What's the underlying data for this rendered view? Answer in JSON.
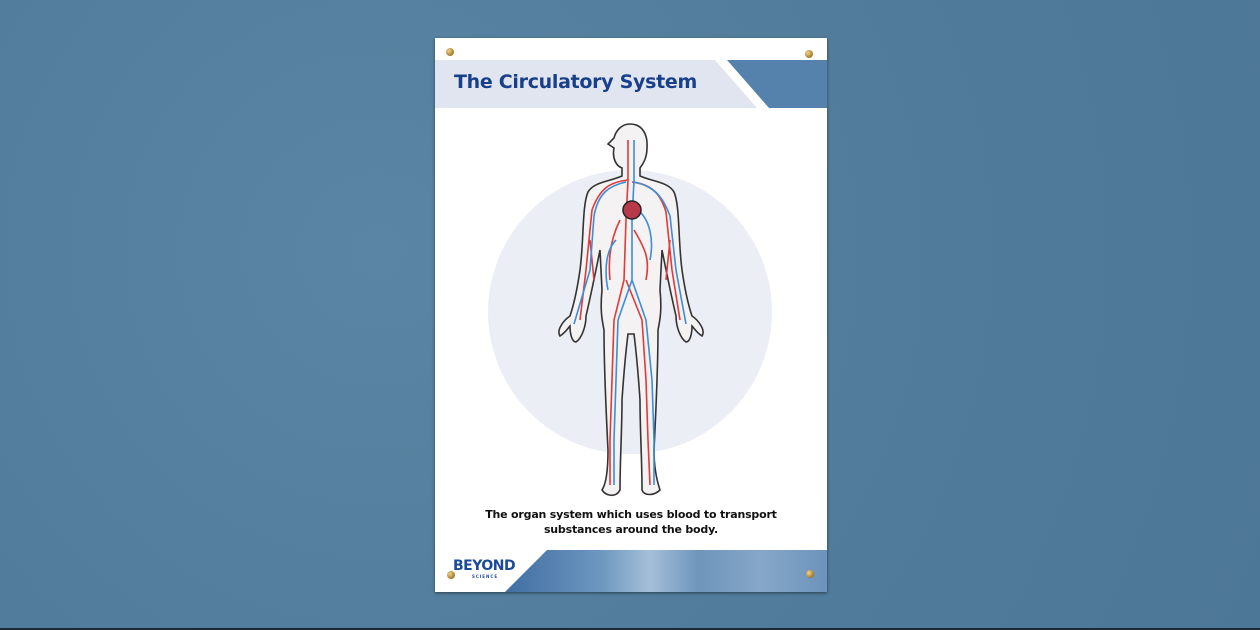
{
  "poster": {
    "title": "The Circulatory System",
    "caption_line1": "The organ system which uses blood to transport",
    "caption_line2": "substances around the body.",
    "logo": "BEYOND",
    "logo_sub": "SCIENCE",
    "colors": {
      "title": "#173f8a",
      "accent": "#5482ad",
      "band": "#e1e5ef",
      "arteries": "#e03a3a",
      "veins": "#3a8fd8",
      "background": "#55809f"
    }
  }
}
